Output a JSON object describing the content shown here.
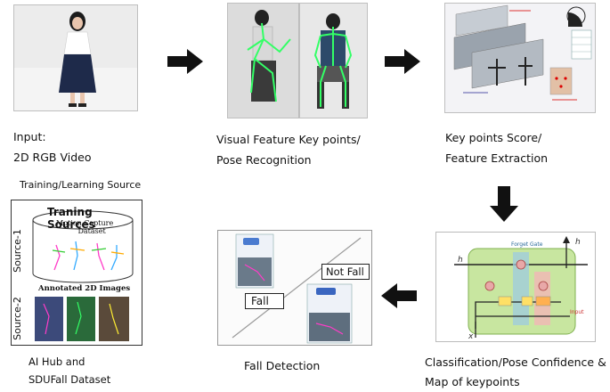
{
  "stages": {
    "input": {
      "line1": "Input:",
      "line2": "2D RGB Video"
    },
    "pose": {
      "line1": "Visual Feature Key points/",
      "line2": "Pose Recognition"
    },
    "feature": {
      "line1": "Key points Score/",
      "line2": "Feature Extraction"
    },
    "classification": {
      "line1": "Classification/Pose Confidence &",
      "line2": "Map of keypoints"
    },
    "detection": {
      "line1": "Fall Detection"
    },
    "source": {
      "line1": "AI Hub and",
      "line2": "SDUFall Dataset"
    }
  },
  "training": {
    "header": "Training/Learning Source",
    "title": "Traning Sources",
    "source1_label": "Source-1",
    "source2_label": "Source-2",
    "mocap_line1": "Motion Capture",
    "mocap_line2": "Dataset",
    "annotated": "Annotated 2D Images"
  },
  "detection_panel": {
    "fall": "Fall",
    "not_fall": "Not Fall"
  },
  "lstm": {
    "forget_gate": "Forget Gate",
    "h_t": "h",
    "h_prev": "h",
    "x_t": "x",
    "input_label": "Input"
  },
  "colors": {
    "arrow": "#111111",
    "skeleton": "#33ff66",
    "lstm_bg": "#c8e6a0",
    "lstm_border": "#7fb04f"
  }
}
